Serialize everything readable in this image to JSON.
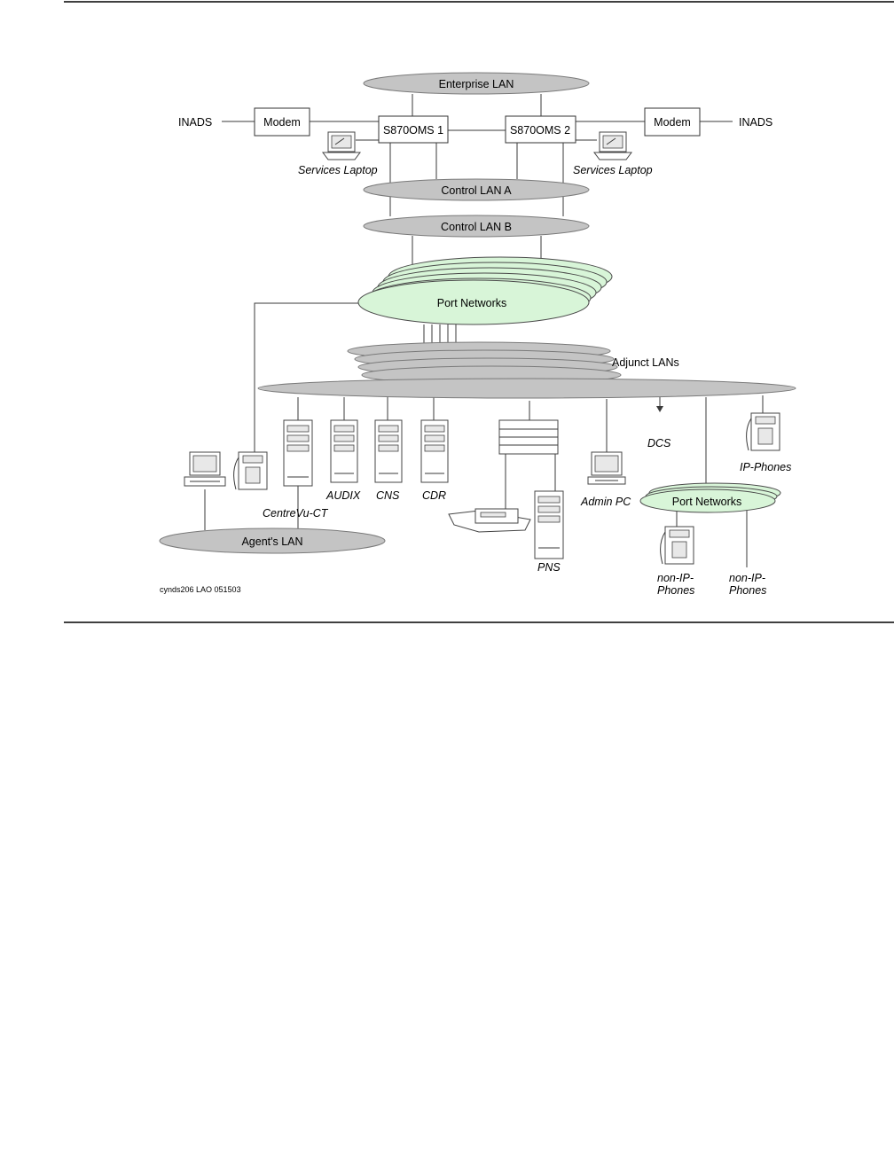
{
  "labels": {
    "enterprise_lan": "Enterprise LAN",
    "inads_left": "INADS",
    "inads_right": "INADS",
    "modem_left": "Modem",
    "modem_right": "Modem",
    "server1": "S870OMS 1",
    "server2": "S870OMS 2",
    "services_laptop_left": "Services Laptop",
    "services_laptop_right": "Services Laptop",
    "control_lan_a": "Control LAN A",
    "control_lan_b": "Control LAN B",
    "port_networks_main": "Port Networks",
    "adjunct_lans": "Adjunct LANs",
    "centrevu_ct": "CentreVu-CT",
    "audix": "AUDIX",
    "cns": "CNS",
    "cdr": "CDR",
    "dcs": "DCS",
    "ip_phones": "IP-Phones",
    "admin_pc": "Admin PC",
    "port_networks_small": "Port Networks",
    "agents_lan": "Agent's LAN",
    "pns": "PNS",
    "non_ip_phones_1a": "non-IP-",
    "non_ip_phones_1b": "Phones",
    "non_ip_phones_2a": "non-IP-",
    "non_ip_phones_2b": "Phones",
    "figure_id": "cynds206 LAO 051503"
  },
  "colors": {
    "lan_fill": "#c4c4c4",
    "port_network_fill": "#d8f5d8"
  }
}
